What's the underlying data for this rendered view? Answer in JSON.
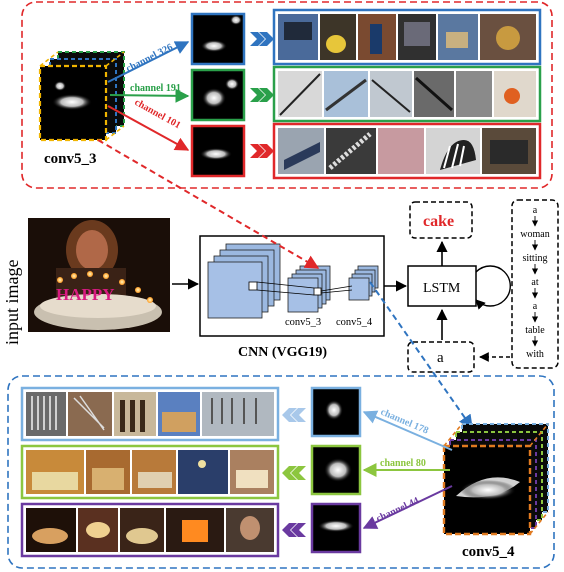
{
  "labels": {
    "input_image": "input image",
    "conv5_3_top": "conv5_3",
    "conv5_4_bottom": "conv5_4",
    "cnn_caption": "CNN (VGG19)",
    "cnn_conv5_3": "conv5_3",
    "cnn_conv5_4": "conv5_4",
    "lstm": "LSTM",
    "output_word": "cake",
    "input_word": "a",
    "cake_text": "HAPPY"
  },
  "top_channels": [
    {
      "label": "channel 326",
      "color": "#2f74c0"
    },
    {
      "label": "channel 191",
      "color": "#2aa04a"
    },
    {
      "label": "channel 101",
      "color": "#e0282a"
    }
  ],
  "bottom_channels": [
    {
      "label": "channel 178",
      "color": "#7ab0e0"
    },
    {
      "label": "channel 80",
      "color": "#8cc63f"
    },
    {
      "label": "channel 44",
      "color": "#6a3aa0"
    }
  ],
  "sentence": [
    "a",
    "woman",
    "sitting",
    "at",
    "a",
    "table",
    "with"
  ],
  "colors": {
    "top_frame": "#e0282a",
    "bottom_frame": "#2f74c0",
    "cnn_block": "#9bb8e0",
    "output_word": "#e0282a"
  }
}
